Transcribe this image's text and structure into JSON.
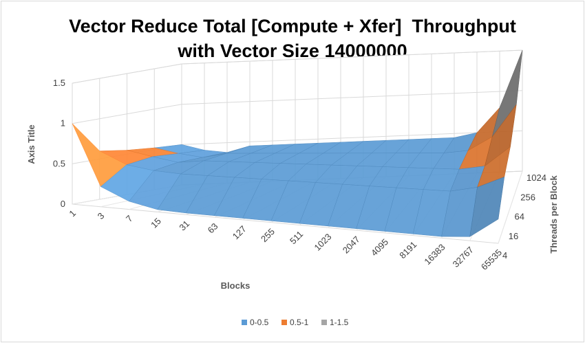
{
  "chart_data": {
    "type": "surface",
    "title_lines": [
      "Vector Reduce Total [Compute + Xfer]  Throughput",
      "with Vector Size 14000000"
    ],
    "xlabel": "Blocks",
    "ylabel": "Threads per Block",
    "zlabel": "Axis Title",
    "x_categories": [
      "1",
      "3",
      "7",
      "15",
      "31",
      "63",
      "127",
      "255",
      "511",
      "1023",
      "2047",
      "4095",
      "8191",
      "16383",
      "32767",
      "65535"
    ],
    "y_categories": [
      "4",
      "16",
      "64",
      "256",
      "1024"
    ],
    "z_ticks": [
      "0",
      "0.5",
      "1",
      "1.5"
    ],
    "zlim": [
      0,
      1.5
    ],
    "legend": [
      {
        "label": "0-0.5",
        "color": "#5b9bd5"
      },
      {
        "label": "0.5-1",
        "color": "#ed7d31"
      },
      {
        "label": "1-1.5",
        "color": "#a5a5a5"
      }
    ],
    "legend_position": "bottom",
    "grid": true,
    "values": [
      [
        1.0,
        0.25,
        0.1,
        0.03,
        0.02,
        0.02,
        0.02,
        0.02,
        0.02,
        0.02,
        0.02,
        0.02,
        0.02,
        0.02,
        0.05,
        0.3
      ],
      [
        0.6,
        0.45,
        0.4,
        0.38,
        0.38,
        0.38,
        0.38,
        0.38,
        0.38,
        0.38,
        0.38,
        0.38,
        0.38,
        0.38,
        0.45,
        0.6
      ],
      [
        0.55,
        0.48,
        0.42,
        0.45,
        0.45,
        0.45,
        0.45,
        0.45,
        0.45,
        0.45,
        0.45,
        0.45,
        0.45,
        0.45,
        0.5,
        0.75
      ],
      [
        0.52,
        0.45,
        0.4,
        0.45,
        0.45,
        0.45,
        0.45,
        0.45,
        0.45,
        0.45,
        0.45,
        0.45,
        0.45,
        0.48,
        0.65,
        1.05
      ],
      [
        0.5,
        0.42,
        0.38,
        0.45,
        0.45,
        0.45,
        0.45,
        0.45,
        0.45,
        0.45,
        0.45,
        0.45,
        0.45,
        0.5,
        0.8,
        1.5
      ]
    ]
  }
}
